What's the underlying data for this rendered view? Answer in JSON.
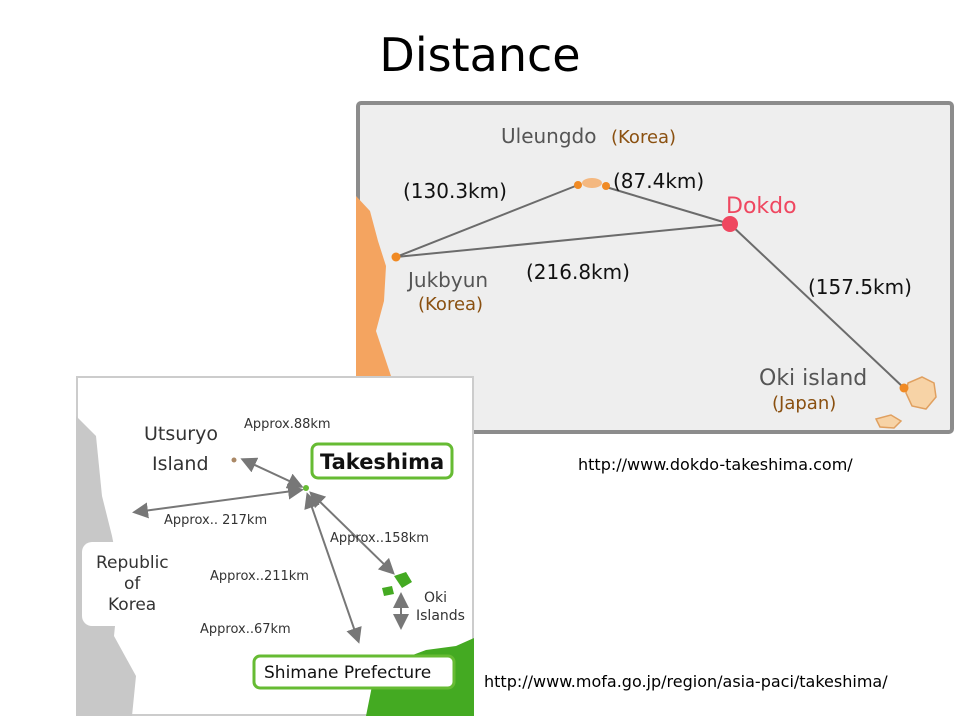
{
  "slide": {
    "title": "Distance"
  },
  "map_top": {
    "ulleungdo": "Uleungdo",
    "ulleungdo_country": "(Korea)",
    "dokdo": "Dokdo",
    "jukbyun": "Jukbyun",
    "jukbyun_country": "(Korea)",
    "oki": "Oki island",
    "oki_country": "(Japan)",
    "dist_jukbyun_ulleungdo": "(130.3km)",
    "dist_ulleungdo_dokdo": "(87.4km)",
    "dist_jukbyun_dokdo": "(216.8km)",
    "dist_dokdo_oki": "(157.5km)",
    "source_url": "http://www.dokdo-takeshima.com/",
    "colors": {
      "route": "#6b6b6b",
      "point": "#f08a24",
      "dokdo": "#ef4760",
      "frame": "#7a7a7a",
      "sea": "#eeeeee",
      "land": "#f4a460"
    }
  },
  "map_bottom": {
    "utsuryo_line1": "Utsuryo",
    "utsuryo_line2": "Island",
    "takeshima": "Takeshima",
    "korea_line1": "Republic",
    "korea_line2": "of",
    "korea_line3": "Korea",
    "oki_line1": "Oki",
    "oki_line2": "Islands",
    "shimane": "Shimane Prefecture",
    "dist_88": "Approx.88km",
    "dist_217": "Approx.. 217km",
    "dist_158": "Approx..158km",
    "dist_211": "Approx..211km",
    "dist_67": "Approx..67km",
    "source_url": "http://www.mofa.go.jp/region/asia-paci/takeshima/",
    "colors": {
      "land_japan": "#44aa22",
      "land_korea": "#c8c8c8",
      "highlight": "#66bb33",
      "arrow": "#777777"
    }
  }
}
